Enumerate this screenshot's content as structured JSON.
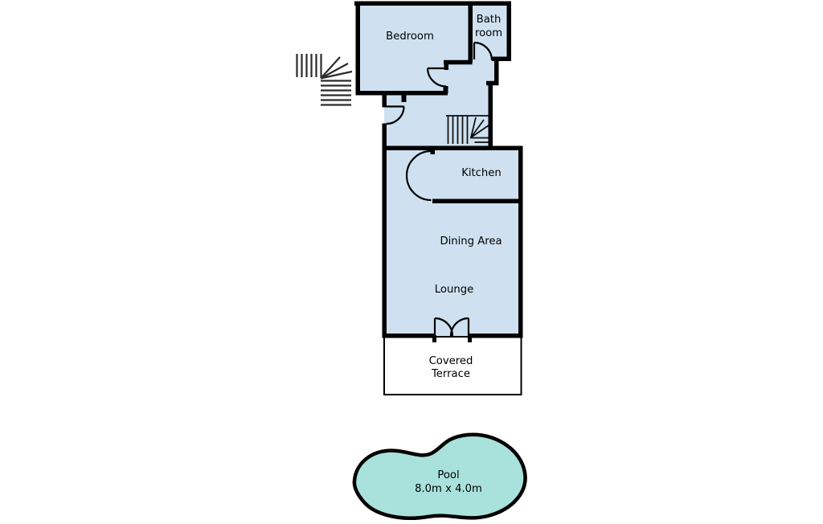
{
  "colors": {
    "background": "#ffffff",
    "wall": "#000000",
    "room_fill": "#cfe1f0",
    "terrace_fill": "#ffffff",
    "pool_fill": "#a9e2dc"
  },
  "rooms": {
    "bedroom": {
      "label": "Bedroom"
    },
    "bathroom": {
      "label_line1": "Bath",
      "label_line2": "room"
    },
    "kitchen": {
      "label": "Kitchen"
    },
    "dining_area": {
      "label": "Dining Area"
    },
    "lounge": {
      "label": "Lounge"
    },
    "covered_terrace": {
      "label_line1": "Covered",
      "label_line2": "Terrace"
    },
    "pool": {
      "label": "Pool",
      "dimensions": "8.0m x 4.0m"
    }
  },
  "icons": {
    "outdoor_stairs": "winder-stairs-icon",
    "indoor_stairs": "winder-stairs-icon",
    "doors": "swing-door-arc-icon"
  }
}
